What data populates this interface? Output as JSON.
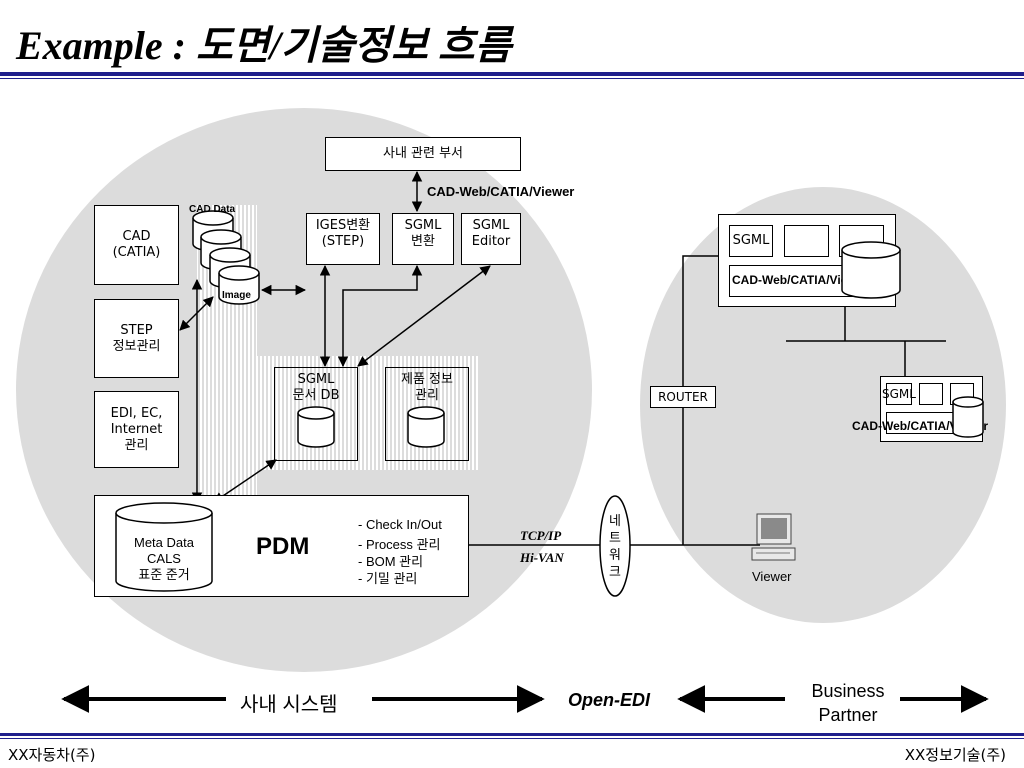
{
  "title": "Example : 도면/기술정보 흐름",
  "internal": {
    "dept": "사내 관련 부서",
    "cad_web_viewer": "CAD-Web/CATIA/Viewer",
    "cad_catia": "CAD\n(CATIA)",
    "cad_data": "CAD Data",
    "image": "Image",
    "step_mgmt": "STEP\n정보관리",
    "edi_mgmt": "EDI, EC,\nInternet\n관리",
    "iges": "IGES변환\n(STEP)",
    "sgml_convert": "SGML\n변환",
    "sgml_editor": "SGML\nEditor",
    "sgml_db": "SGML\n문서 DB",
    "product_info": "제품 정보\n관리",
    "meta_data": "Meta Data\nCALS\n표준 준거",
    "pdm": "PDM",
    "pdm_items": [
      "- Check In/Out",
      "- Process 관리",
      "- BOM 관리",
      "- 기밀 관리"
    ]
  },
  "network": {
    "tcpip": "TCP/IP",
    "hivan": "Hi-VAN",
    "net_label": "네\n트\n워\n크"
  },
  "partner": {
    "sgml1": "SGML",
    "cad_web_viewer1": "CAD-Web/CATIA/Viewer",
    "router": "ROUTER",
    "sgml2": "SGML",
    "cad_web_viewer2": "CAD-Web/CATIA/Viewer",
    "viewer": "Viewer"
  },
  "bottom": {
    "internal_system": "사내 시스템",
    "open_edi": "Open-EDI",
    "business_partner": "Business\nPartner"
  },
  "footer": {
    "left": "XX자동차(주)",
    "right": "XX정보기술(주)"
  },
  "colors": {
    "rule": "#1f1f8c",
    "ellipse_fill": "#dcdcdc"
  }
}
